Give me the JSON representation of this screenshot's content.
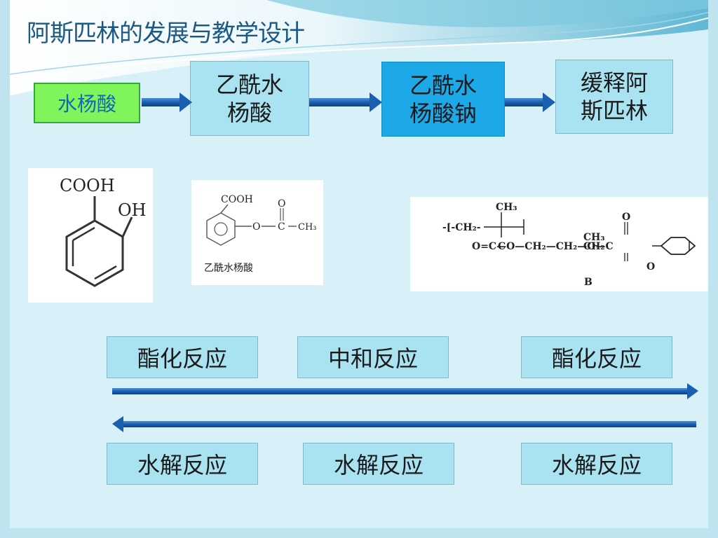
{
  "title": "阿斯匹林的发展与教学设计",
  "flow": {
    "step1": "水杨酸",
    "step2_line1": "乙酰水",
    "step2_line2": "杨酸",
    "step3_line1": "乙酰水",
    "step3_line2": "杨酸钠",
    "step4_line1": "缓释阿",
    "step4_line2": "斯匹林"
  },
  "structures": {
    "salicylic": {
      "group1": "COOH",
      "group2": "OH"
    },
    "acetylsalicylic": {
      "group1": "COOH",
      "ester_o": "O",
      "carbonyl_o": "O",
      "c": "C",
      "methyl": "CH₃",
      "caption": "乙酰水杨酸"
    },
    "polymer": {
      "methyl_top": "CH₃",
      "chain_left": "-[-CH₂-",
      "c_center": "C",
      "ester": "O=C—O—CH₂—CH₂—O—C",
      "ch3_right": "CH₃",
      "ch2_right": "CH₂",
      "o_top": "O",
      "o_bottom": "O",
      "label": "B"
    }
  },
  "reactions_forward": [
    "酯化反应",
    "中和反应",
    "酯化反应"
  ],
  "reactions_backward": [
    "水解反应",
    "水解反应",
    "水解反应"
  ]
}
